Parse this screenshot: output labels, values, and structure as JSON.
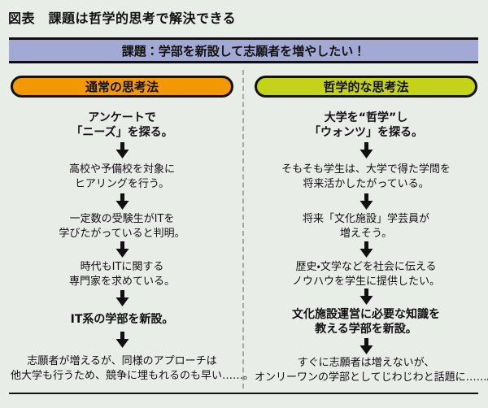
{
  "page": {
    "title": "図表　課題は哲学的思考で解決できる",
    "banner": "課題：学部を新設して志願者を増やしたい！",
    "colors": {
      "background": "#E9EDE8",
      "banner_bg": "#A2A9D5",
      "normal_header_bg": "#F39800",
      "philosophy_header_bg": "#C4D219",
      "border_black": "#101010",
      "divider_gray": "#A6AAA6"
    },
    "icons": {
      "down_arrow": "thick-black-down-arrow"
    }
  },
  "columns": [
    {
      "id": "normal-thinking",
      "header": "通常の思考法",
      "steps": [
        {
          "bold": true,
          "lines": [
            "アンケートで",
            "「ニーズ」を探る。"
          ]
        },
        {
          "bold": false,
          "lines": [
            "高校や予備校を対象に",
            "ヒアリングを行う。"
          ]
        },
        {
          "bold": false,
          "lines": [
            "一定数の受験生がITを",
            "学びたがっていると判明。"
          ]
        },
        {
          "bold": false,
          "lines": [
            "時代もITに関する",
            "専門家を求めている。"
          ]
        },
        {
          "bold": true,
          "lines": [
            "IT系の学部を新設。"
          ]
        },
        {
          "bold": false,
          "lines": [
            "志願者が増えるが、同様のアプローチは",
            "他大学も行うため、競争に埋もれるのも早い……。"
          ]
        }
      ]
    },
    {
      "id": "philosophical-thinking",
      "header": "哲学的な思考法",
      "steps": [
        {
          "bold": true,
          "lines": [
            "大学を“哲学”し",
            "「ウォンツ」を探る。"
          ]
        },
        {
          "bold": false,
          "lines": [
            "そもそも学生は、大学で得た学問を",
            "将来活かしたがっている。"
          ]
        },
        {
          "bold": false,
          "lines": [
            "将来「文化施設」学芸員が",
            "増えそう。"
          ]
        },
        {
          "bold": false,
          "lines": [
            "歴史・文学などを社会に伝える",
            "ノウハウを学生に提供したい。"
          ]
        },
        {
          "bold": true,
          "lines": [
            "文化施設運営に必要な知識を",
            "教える学部を新設。"
          ]
        },
        {
          "bold": false,
          "lines": [
            "すぐに志願者は増えないが、",
            "オンリーワンの学部としてじわじわと話題に……。"
          ]
        }
      ]
    }
  ]
}
